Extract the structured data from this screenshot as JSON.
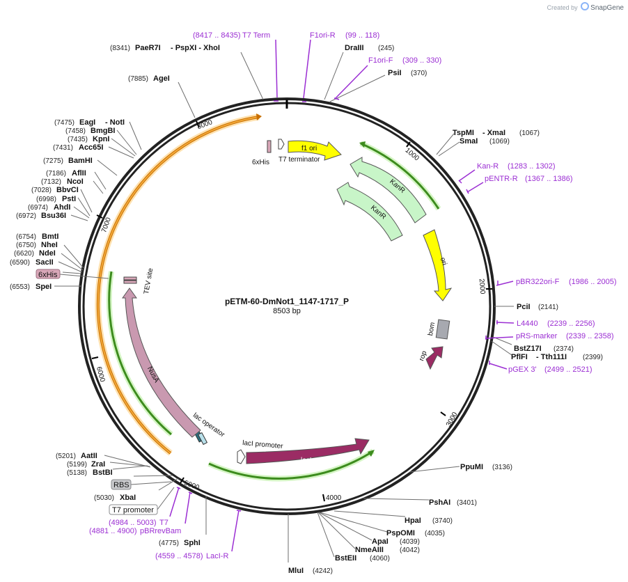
{
  "credit": {
    "prefix": "Created by",
    "brand": "SnapGene"
  },
  "map": {
    "name": "pETM-60-DmNot1_1147-1717_P",
    "length": "8503 bp",
    "size": 8503
  },
  "colors": {
    "ring": "#222222",
    "primer": "#9b2ed3",
    "orf_orange": "#f2a93b",
    "orf_green": "#3d8c1e",
    "kanr": "#c8f5c8",
    "ori": "#ffff00",
    "laci": "#9b2c64",
    "nusa": "#c999b0",
    "his": "#d8a7b8",
    "bom": "#a7a9b0",
    "tag_red": "#9b2c64"
  },
  "ticks": [
    "1000",
    "2000",
    "3000",
    "4000",
    "5000",
    "6000",
    "7000",
    "8000"
  ],
  "sites": [
    {
      "name": "DraIII",
      "pos": "(245)"
    },
    {
      "name": "PsiI",
      "pos": "(370)"
    },
    {
      "name": "TspMI",
      "extra": "- XmaI",
      "pos": "(1067)"
    },
    {
      "name": "SmaI",
      "pos": "(1069)"
    },
    {
      "name": "PciI",
      "pos": "(2141)"
    },
    {
      "name": "BstZ17I",
      "pos": "(2374)"
    },
    {
      "name": "PflFI",
      "extra": "- Tth111I",
      "pos": "(2399)"
    },
    {
      "name": "PpuMI",
      "pos": "(3136)"
    },
    {
      "name": "PshAI",
      "pos": "(3401)"
    },
    {
      "name": "HpaI",
      "pos": "(3740)"
    },
    {
      "name": "PspOMI",
      "pos": "(4035)"
    },
    {
      "name": "ApaI",
      "pos": "(4039)"
    },
    {
      "name": "NmeAIII",
      "pos": "(4042)"
    },
    {
      "name": "BstEII",
      "pos": "(4060)"
    },
    {
      "name": "MluI",
      "pos": "(4242)"
    },
    {
      "name": "SphI",
      "pos": "(4775)"
    },
    {
      "name": "XbaI",
      "pos": "(5030)"
    },
    {
      "name": "BstBI",
      "pos": "(5138)"
    },
    {
      "name": "ZraI",
      "pos": "(5199)"
    },
    {
      "name": "AatII",
      "pos": "(5201)"
    },
    {
      "name": "SpeI",
      "pos": "(6553)"
    },
    {
      "name": "SacII",
      "pos": "(6590)"
    },
    {
      "name": "NdeI",
      "pos": "(6620)"
    },
    {
      "name": "NheI",
      "pos": "(6750)"
    },
    {
      "name": "BmtI",
      "pos": "(6754)"
    },
    {
      "name": "Bsu36I",
      "pos": "(6972)"
    },
    {
      "name": "AhdI",
      "pos": "(6974)"
    },
    {
      "name": "PstI",
      "pos": "(6998)"
    },
    {
      "name": "BbvCI",
      "pos": "(7028)"
    },
    {
      "name": "NcoI",
      "pos": "(7132)"
    },
    {
      "name": "AflII",
      "pos": "(7186)"
    },
    {
      "name": "BamHI",
      "pos": "(7275)"
    },
    {
      "name": "Acc65I",
      "pos": "(7431)"
    },
    {
      "name": "KpnI",
      "pos": "(7435)"
    },
    {
      "name": "BmgBI",
      "pos": "(7458)"
    },
    {
      "name": "EagI",
      "extra": "- NotI",
      "pos": "(7475)"
    },
    {
      "name": "AgeI",
      "pos": "(7885)"
    },
    {
      "name": "PaeR7I",
      "extra": "- PspXI   - XhoI",
      "pos": "(8341)"
    }
  ],
  "primers": [
    {
      "name": "T7 Term",
      "range": "(8417 .. 8435)"
    },
    {
      "name": "F1ori-R",
      "range": "(99 .. 118)"
    },
    {
      "name": "F1ori-F",
      "range": "(309 .. 330)"
    },
    {
      "name": "Kan-R",
      "range": "(1283 .. 1302)"
    },
    {
      "name": "pENTR-R",
      "range": "(1367 .. 1386)"
    },
    {
      "name": "pBR322ori-F",
      "range": "(1986 .. 2005)"
    },
    {
      "name": "L4440",
      "range": "(2239 .. 2256)"
    },
    {
      "name": "pRS-marker",
      "range": "(2339 .. 2358)"
    },
    {
      "name": "pGEX 3'",
      "range": "(2499 .. 2521)"
    },
    {
      "name": "LacI-R",
      "range": "(4559 .. 4578)"
    },
    {
      "name": "pBRrevBam",
      "range": "(4881 .. 4900)"
    },
    {
      "name": "T7",
      "range": "(4984 .. 5003)"
    }
  ],
  "features": {
    "his_outer": "6xHis",
    "his_inner": "6xHis",
    "t7_terminator": "T7 terminator",
    "f1_ori": "f1 ori",
    "kanr_1": "KanR",
    "kanr_2": "KanR",
    "ori": "ori",
    "bom": "bom",
    "rop": "rop",
    "laci": "lacI",
    "laci_promoter": "lacI promoter",
    "lac_operator": "lac operator",
    "nusa": "NusA",
    "tev_site": "TEV site",
    "rbs": "RBS",
    "t7_promoter": "T7 promoter"
  }
}
